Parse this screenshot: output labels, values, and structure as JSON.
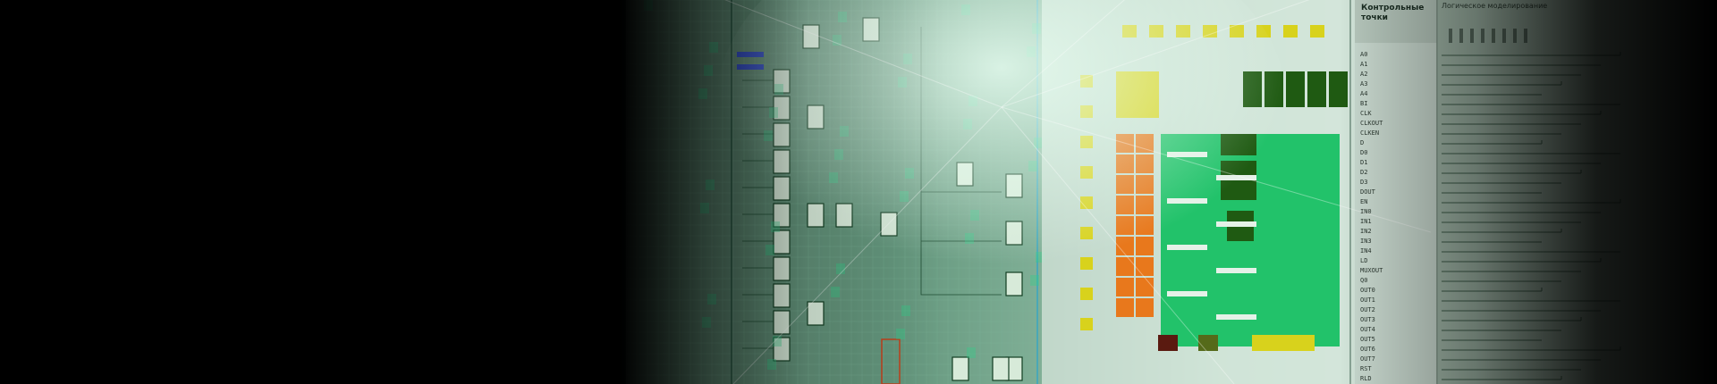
{
  "control_points_pane": {
    "title": "Контрольные точки",
    "signals": [
      "A0",
      "A1",
      "A2",
      "A3",
      "A4",
      "BI",
      "CLK",
      "CLKOUT",
      "CLKEN",
      "D",
      "D0",
      "D1",
      "D2",
      "D3",
      "DOUT",
      "EN",
      "IN0",
      "IN1",
      "IN2",
      "IN3",
      "IN4",
      "LD",
      "MUXOUT",
      "Q0",
      "OUT0",
      "OUT1",
      "OUT2",
      "OUT3",
      "OUT4",
      "OUT5",
      "OUT6",
      "OUT7",
      "RST",
      "RLD"
    ]
  },
  "simulation_pane": {
    "title": "Логическое моделирование"
  },
  "colors": {
    "background": "#000000",
    "schematic_bg": "#cfe3d6",
    "block_green": "#22c26a",
    "block_dark_green": "#1f5a12",
    "block_orange": "#e8781c",
    "block_yellow": "#d8d21c",
    "accent_glow": "#2fd18a"
  }
}
